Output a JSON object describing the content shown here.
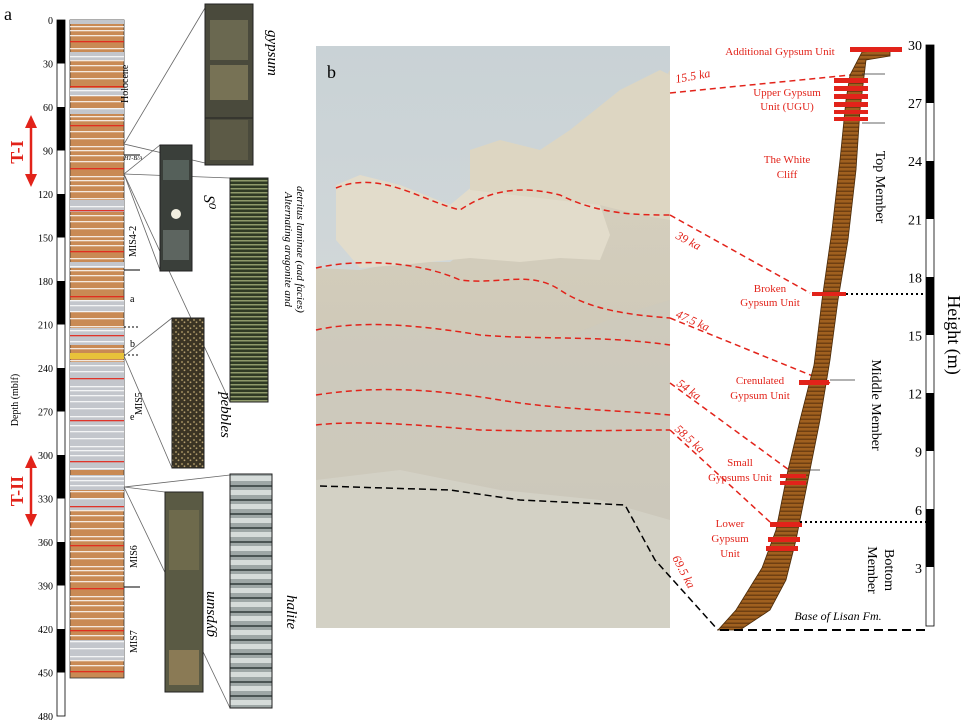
{
  "panel_a": {
    "label": "a",
    "depth_axis": {
      "label": "Depth (mblf)",
      "ticks": [
        "0",
        "30",
        "60",
        "90",
        "120",
        "150",
        "180",
        "210",
        "240",
        "270",
        "300",
        "330",
        "360",
        "390",
        "420",
        "450",
        "480"
      ]
    },
    "units": [
      {
        "label": "Holocene"
      },
      {
        "label": "H1-B/A"
      },
      {
        "label": "MIS4-2"
      },
      {
        "label": "a"
      },
      {
        "label": "b"
      },
      {
        "label": "MIS5"
      },
      {
        "label": "e"
      },
      {
        "label": "MIS6"
      },
      {
        "label": "MIS7"
      }
    ],
    "terminations": [
      "T-I",
      "T-II"
    ],
    "photo_labels": {
      "gypsum_top": "gypsum",
      "s0": "S⁰",
      "aad": "Alternating aragonite and",
      "aad2": "detritus laminae (aad facies)",
      "pebbles": "pebbles",
      "gypsum_bottom": "gypsum",
      "halite": "halite"
    }
  },
  "panel_b": {
    "label": "b",
    "ages": [
      "15.5 ka",
      "39 ka",
      "47.5 ka",
      "54 ka",
      "58.5 ka",
      "69.5 ka"
    ],
    "units": [
      {
        "label": "Additional Gypsum Unit"
      },
      {
        "label": "Upper Gypsum"
      },
      {
        "label": "Unit (UGU)"
      },
      {
        "label": "The White"
      },
      {
        "label": "Cliff"
      },
      {
        "label": "Broken"
      },
      {
        "label": "Gypsum Unit"
      },
      {
        "label": "Crenulated"
      },
      {
        "label": "Gypsum Unit"
      },
      {
        "label": "Small"
      },
      {
        "label": "Gypsums Unit"
      },
      {
        "label": "Lower"
      },
      {
        "label": "Gypsum"
      },
      {
        "label": "Unit"
      }
    ],
    "members": [
      "Top Member",
      "Middle Member",
      "Bottom",
      "Member"
    ],
    "base_label": "Base of Lisan Fm.",
    "height_axis": {
      "label": "Height (m)",
      "ticks": [
        "3",
        "6",
        "9",
        "12",
        "15",
        "18",
        "21",
        "24",
        "27",
        "30"
      ]
    }
  },
  "colors": {
    "red": "#e2231a",
    "sediment_brown": "#c98a54",
    "grey_layer": "#c3c6cc",
    "section_brown": "#9a5a22"
  }
}
